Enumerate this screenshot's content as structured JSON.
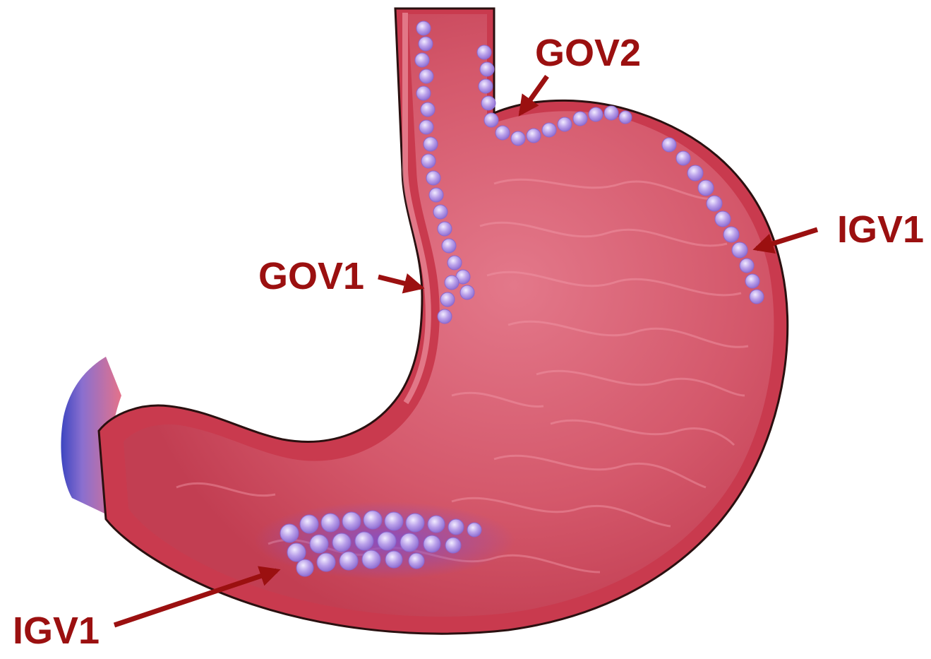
{
  "labels": {
    "gov2": "GOV2",
    "igv1_right": "IGV1",
    "gov1": "GOV1",
    "igv1_bottom": "IGV1"
  },
  "colors": {
    "label": "#9b1010",
    "arrow": "#9b1010",
    "stomach_wall": "#c93a4e",
    "stomach_inner": "#d9576a",
    "stomach_outline": "#2a1010",
    "varix": "#a98be0",
    "varix_highlight": "#e6dcfa",
    "duodenum_end": "#4b55c8"
  },
  "icons": {
    "stomach": "stomach-cross-section-illustration"
  }
}
